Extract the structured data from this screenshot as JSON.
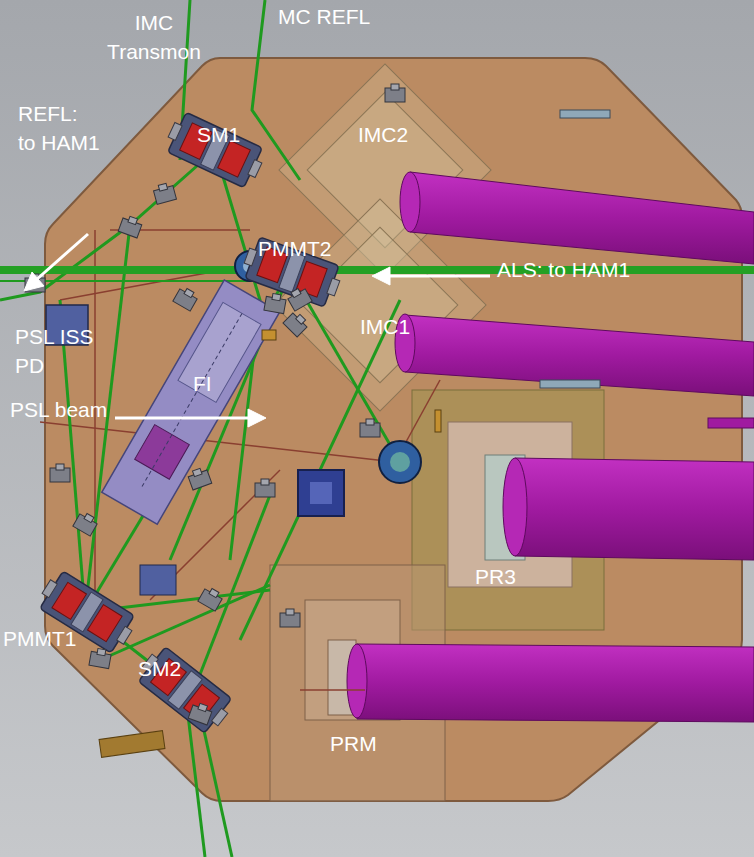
{
  "diagram": {
    "labels": [
      "IMC Transmon",
      "MC REFL",
      "REFL: to HAM1",
      "SM1",
      "IMC2",
      "PMMT2",
      "ALS: to HAM1",
      "IMC1",
      "PSL ISS PD",
      "FI",
      "PSL beam",
      "PR3",
      "PMMT1",
      "SM2",
      "PRM"
    ]
  }
}
